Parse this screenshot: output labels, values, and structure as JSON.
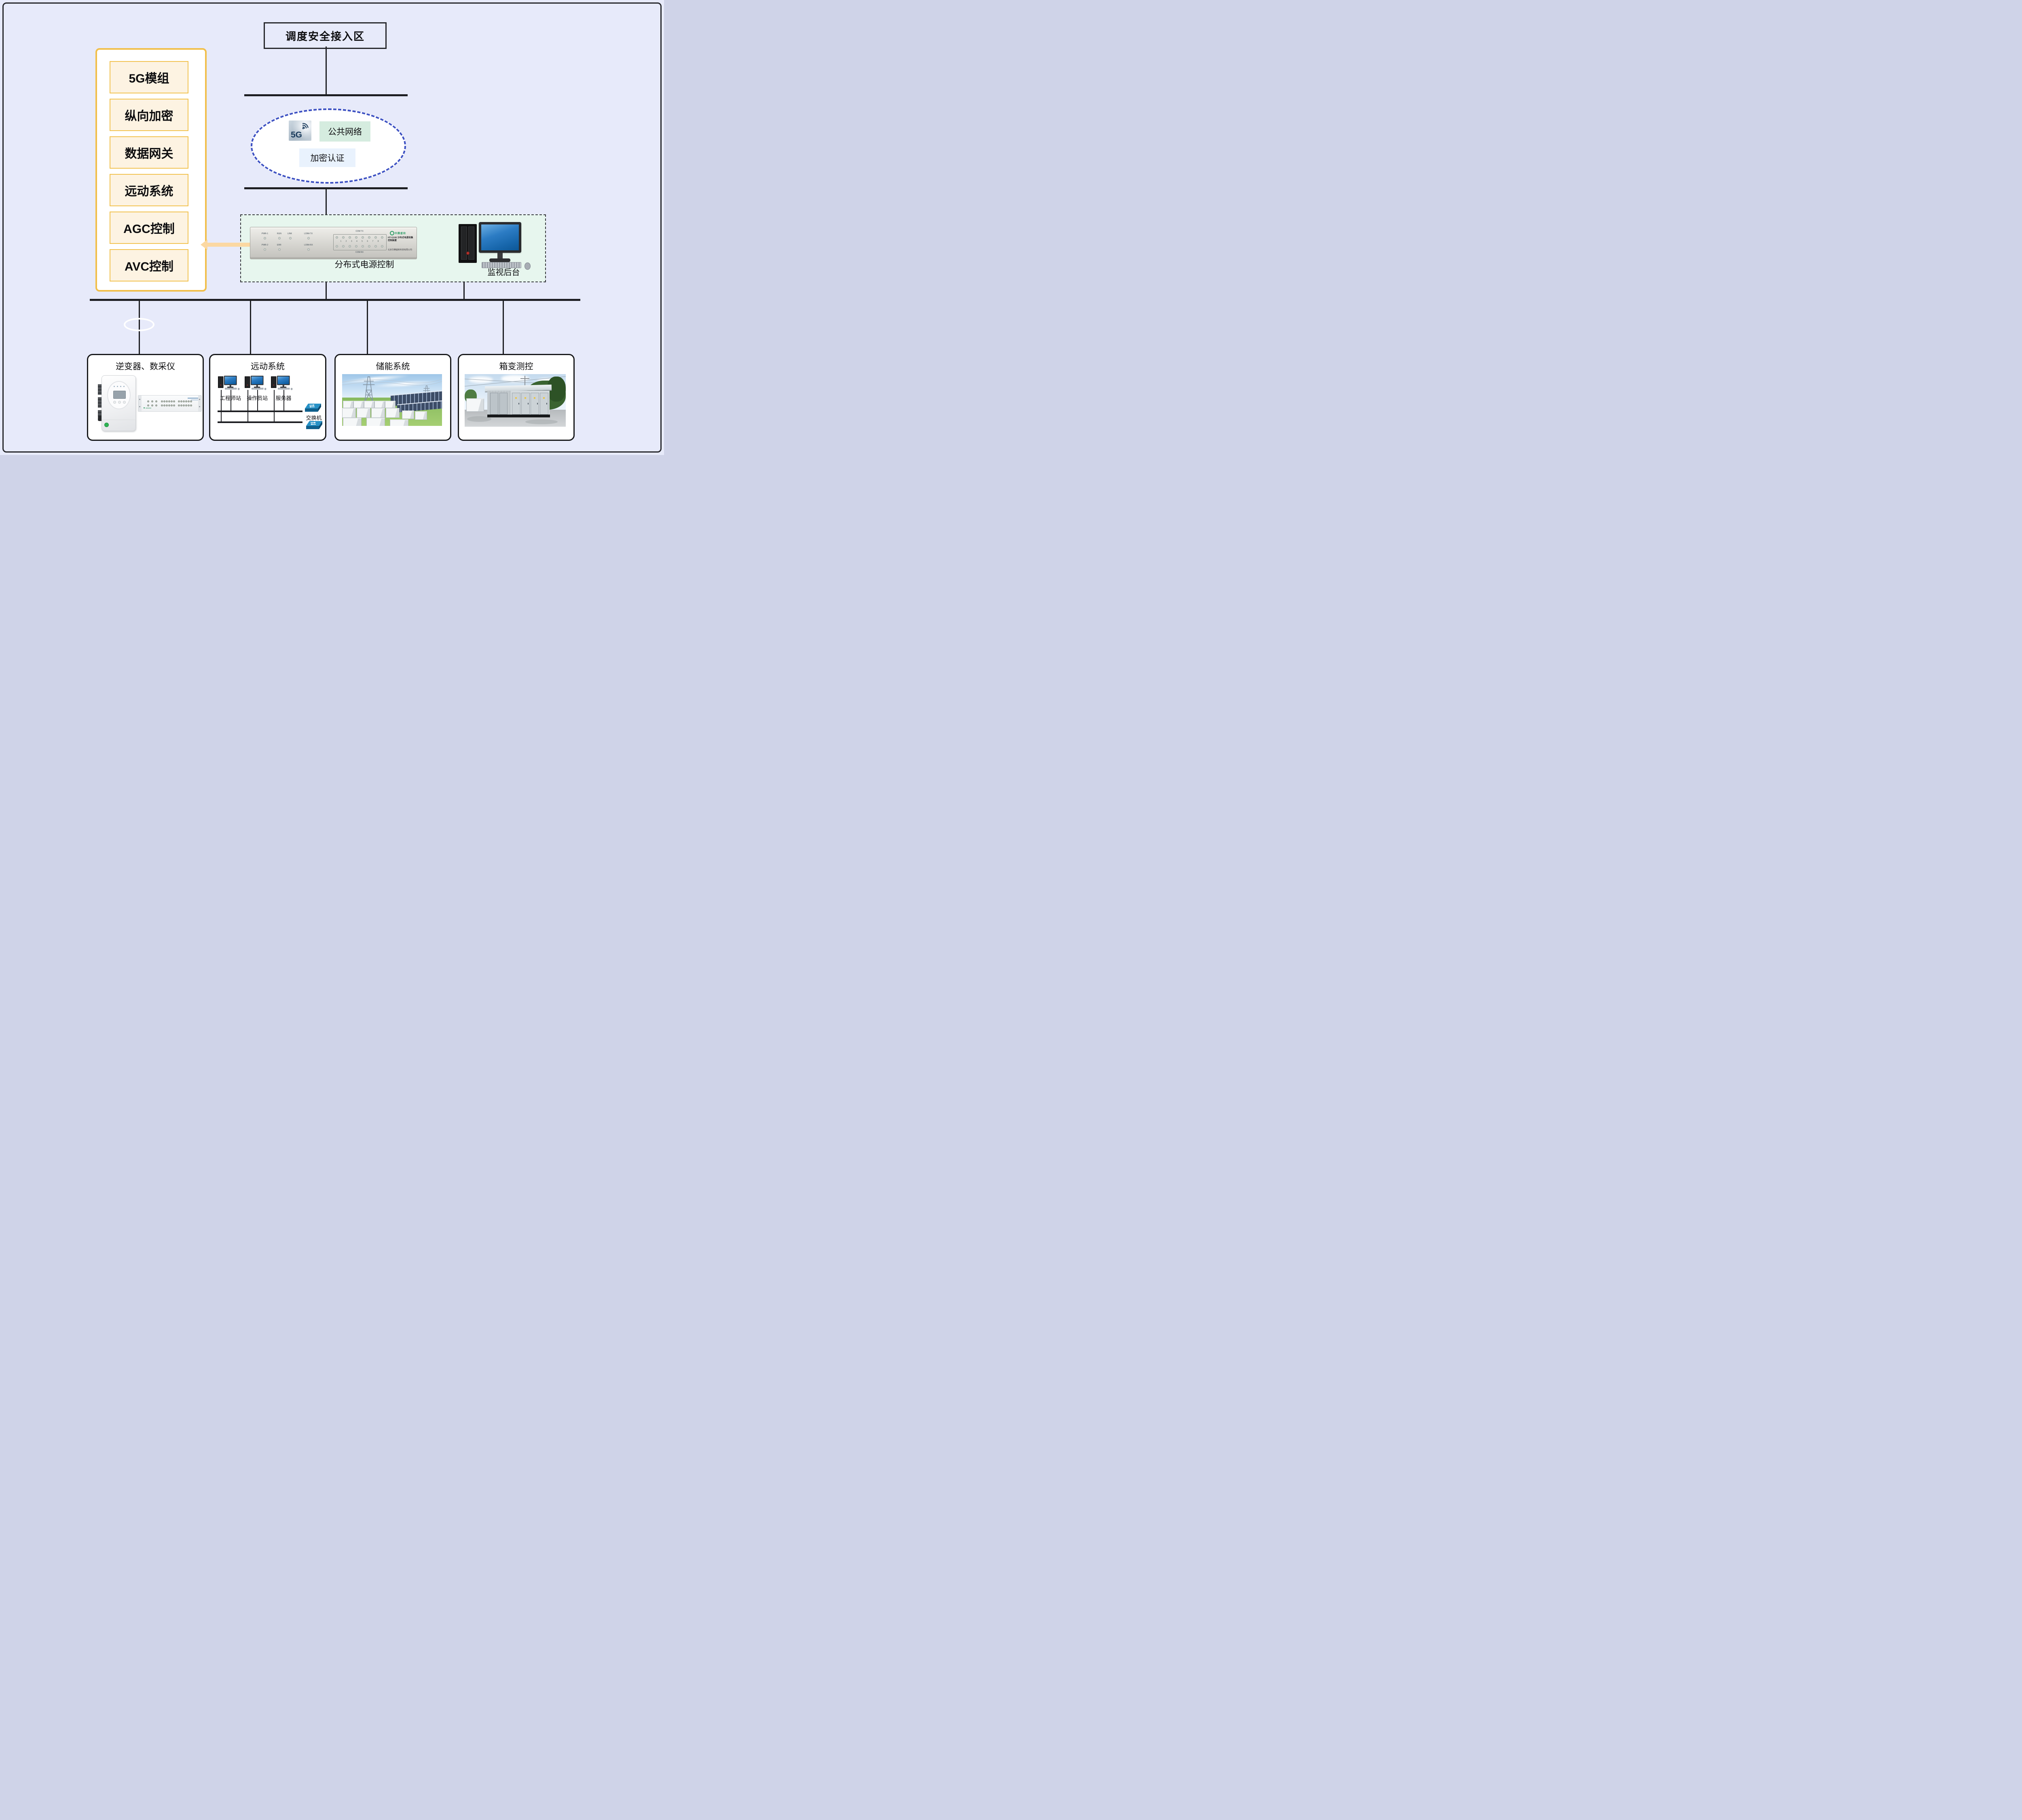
{
  "top_box": {
    "label": "调度安全接入区"
  },
  "left_panel": {
    "items": [
      "5G模组",
      "纵向加密",
      "数据网关",
      "远动系统",
      "AGC控制",
      "AVC控制"
    ]
  },
  "network_ellipse": {
    "icon": "5G",
    "public_network": "公共网络",
    "encrypt_auth": "加密认证"
  },
  "control_zone": {
    "device": {
      "logo": "华腾盛和",
      "model_title": "HT-G106 分布式电源采集控制装置",
      "company": "北京华腾盛和科技有限公司",
      "led_pwr1": "PWR-1",
      "led_run": "RUN",
      "led_link": "LINK",
      "led_lora_tx": "LORA TX",
      "led_pwr2": "PWR-2",
      "led_err": "ERR",
      "led_lora_rx": "LORA RX",
      "com_tx": "COM TX",
      "com_rx": "COM RX",
      "channels": "1 2 3 4 5 6 7 8"
    },
    "device_label": "分布式电源控制",
    "monitor_label": "监视后台"
  },
  "bottom_row": {
    "inverter_box": {
      "title": "逆变器、数采仪"
    },
    "remote_box": {
      "title": "远动系统",
      "stations": [
        "工程师站",
        "操作员站",
        "服务器"
      ],
      "switch_label": "交换机"
    },
    "storage_box": {
      "title": "储能系统"
    },
    "transformer_box": {
      "title": "箱变测控"
    }
  },
  "colors": {
    "background": "#e7eafa",
    "panel_yellow": "#f1bf4b",
    "panel_item_bg": "#fdf3e2",
    "ellipse_dash_blue": "#3c50c2",
    "public_network_bg": "#d5ecdf",
    "encrypt_auth_bg": "#e9f2fd",
    "control_zone_bg": "#e7f6ee",
    "arrow_peach": "#fbd8a2",
    "screen_blue": "#2979c2",
    "switch_blue": "#2187bc"
  }
}
